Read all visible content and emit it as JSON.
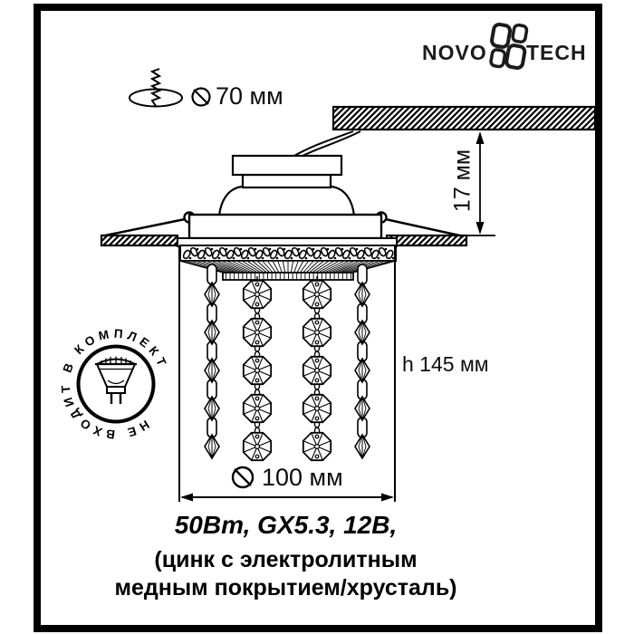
{
  "page": {
    "background": "#ffffff",
    "ink": "#000000"
  },
  "brand": {
    "name_left": "NOVO",
    "name_right": "TECH",
    "icon": "brand-flower-icon"
  },
  "installation": {
    "icon": "drill-hole-icon",
    "diameter_symbol": "slashed-circle-icon",
    "hole_diameter": "70 мм"
  },
  "dimensions": {
    "recess_depth": "17 мм",
    "pendant_height": "h 145 мм",
    "body_diameter": "100 мм"
  },
  "badge": {
    "text": "НЕ ВХОДИТ В КОМПЛЕКТ",
    "icon": "halogen-lamp-icon"
  },
  "specs": {
    "line1": "50Вт, GX5.3, 12В,",
    "line2": "(цинк с электролитным",
    "line3": "медным покрытием/хрусталь)"
  }
}
